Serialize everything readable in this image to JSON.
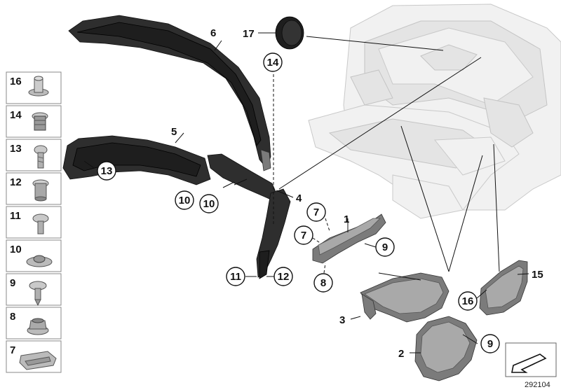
{
  "diagram": {
    "id": "292104",
    "callouts": {
      "c1": "1",
      "c2": "2",
      "c3": "3",
      "c4": "4",
      "c5": "5",
      "c6": "6",
      "c7a": "7",
      "c7b": "7",
      "c8": "8",
      "c9a": "9",
      "c9b": "9",
      "c10a": "10",
      "c10b": "10",
      "c11": "11",
      "c12": "12",
      "c13": "13",
      "c14": "14",
      "c15": "15",
      "c16": "16",
      "c17": "17"
    }
  },
  "legend": [
    {
      "number": "16",
      "icon": "expanding-rivet-icon"
    },
    {
      "number": "14",
      "icon": "expanding-nut-icon"
    },
    {
      "number": "13",
      "icon": "oval-head-screw-icon"
    },
    {
      "number": "12",
      "icon": "blind-rivet-nut-icon"
    },
    {
      "number": "11",
      "icon": "pan-head-screw-icon"
    },
    {
      "number": "10",
      "icon": "collar-nut-icon"
    },
    {
      "number": "9",
      "icon": "flange-screw-icon"
    },
    {
      "number": "8",
      "icon": "hex-nut-icon"
    },
    {
      "number": "7",
      "icon": "spring-clip-nut-icon"
    }
  ]
}
